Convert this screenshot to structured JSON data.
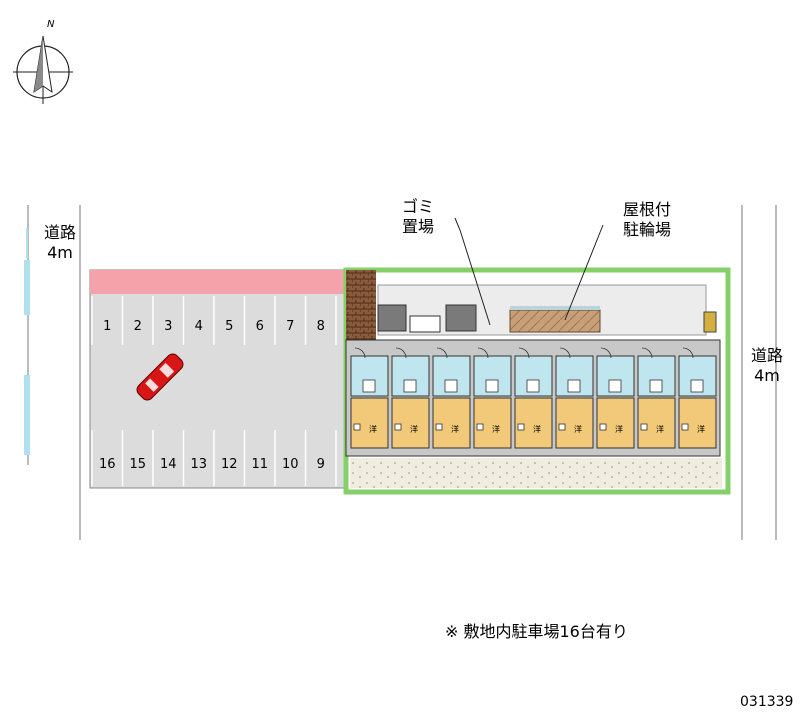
{
  "compass": {
    "north_label": "N",
    "icon": "compass-icon"
  },
  "roads": {
    "left": {
      "name": "道路",
      "width": "4m"
    },
    "right": {
      "name": "道路",
      "width": "4m"
    }
  },
  "parking": {
    "top_row": [
      "1",
      "2",
      "3",
      "4",
      "5",
      "6",
      "7",
      "8"
    ],
    "bottom_row": [
      "16",
      "15",
      "14",
      "13",
      "12",
      "11",
      "10",
      "9"
    ],
    "car_icon": "red-car-icon"
  },
  "facilities": {
    "garbage": {
      "line1": "ゴミ",
      "line2": "置場"
    },
    "bike_shelter": {
      "line1": "屋根付",
      "line2": "駐輪場"
    }
  },
  "building": {
    "units": 9,
    "unit_label": "洋"
  },
  "note": "※ 敷地内駐車場16台有り",
  "property_code": "031339",
  "colors": {
    "pink_strip": "#f4a3ab",
    "green_border": "#86d06a",
    "unit_blue": "#bfe6ee",
    "unit_orange": "#f2c978",
    "parking_gray": "#dcdcdc",
    "building_gray": "#c8c8c8",
    "car_red": "#d81616"
  }
}
